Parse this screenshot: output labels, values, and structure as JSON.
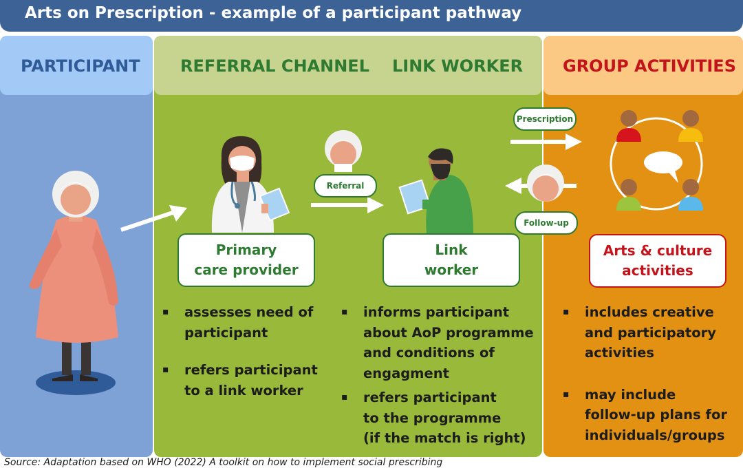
{
  "title": "Arts on Prescription - example of a participant pathway",
  "columns": {
    "participant": "PARTICIPANT",
    "referral_channel": "REFERRAL CHANNEL",
    "link_worker": "LINK WORKER",
    "group_activities": "GROUP ACTIVITIES"
  },
  "roles": {
    "primary_care": [
      "Primary",
      "care provider"
    ],
    "link_worker": [
      "Link",
      "worker"
    ],
    "arts_culture": [
      "Arts & culture",
      "activities"
    ]
  },
  "flow_labels": {
    "prescription": "Prescription",
    "referral": "Referral",
    "follow_up": "Follow-up"
  },
  "bullets": {
    "primary_care": [
      [
        "assesses need of",
        "participant"
      ],
      [
        "refers participant",
        "to a link worker"
      ]
    ],
    "link_worker": [
      [
        "informs participant",
        "about AoP programme",
        "and conditions of",
        "engagment"
      ],
      [
        "refers participant",
        "to the programme",
        "(if the match is right)"
      ]
    ],
    "group_activities": [
      [
        "includes creative",
        "and participatory",
        "activities"
      ],
      [
        "may include",
        "follow-up plans for",
        "individuals/groups"
      ]
    ]
  },
  "source": "Source: Adaptation based on WHO (2022) A toolkit on how to implement social prescribing",
  "colors": {
    "title_bar": "#3d6296",
    "participant_column": "#7ea2d6",
    "participant_header": "#a3caf7",
    "middle_column": "#99b93b",
    "middle_header": "#c6d490",
    "group_column": "#e39112",
    "group_header": "#fbc984",
    "green_text": "#2e7a31",
    "red_text": "#c4141b",
    "blue_text": "#2f5b98"
  }
}
